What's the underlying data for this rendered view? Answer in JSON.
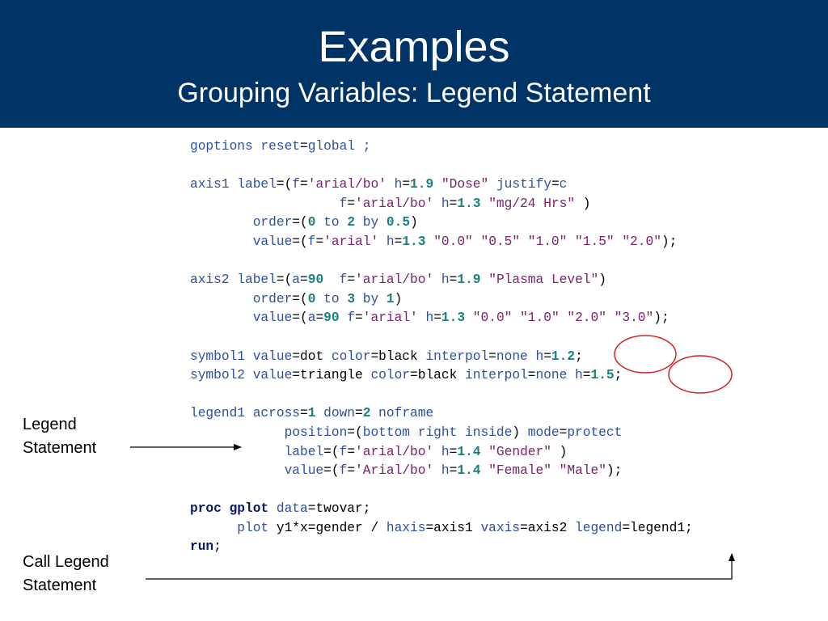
{
  "header": {
    "title": "Examples",
    "subtitle": "Grouping Variables: Legend Statement"
  },
  "labels": {
    "legend_line1": "Legend",
    "legend_line2": "Statement",
    "call_line1": "Call Legend",
    "call_line2": "Statement"
  },
  "code_lines": [
    [
      [
        "kw",
        "goptions reset"
      ],
      [
        "pl",
        "="
      ],
      [
        "kw",
        "global ;"
      ]
    ],
    [],
    [
      [
        "kw",
        "axis1 label"
      ],
      [
        "pl",
        "=("
      ],
      [
        "kw",
        "f"
      ],
      [
        "pl",
        "="
      ],
      [
        "str",
        "'arial/bo'"
      ],
      [
        "pl",
        " "
      ],
      [
        "kw",
        "h"
      ],
      [
        "pl",
        "="
      ],
      [
        "num",
        "1.9"
      ],
      [
        "pl",
        " "
      ],
      [
        "str",
        "\"Dose\""
      ],
      [
        "pl",
        " "
      ],
      [
        "kw",
        "justify"
      ],
      [
        "pl",
        "="
      ],
      [
        "kw",
        "c"
      ]
    ],
    [
      [
        "pl",
        "                   "
      ],
      [
        "kw",
        "f"
      ],
      [
        "pl",
        "="
      ],
      [
        "str",
        "'arial/bo'"
      ],
      [
        "pl",
        " "
      ],
      [
        "kw",
        "h"
      ],
      [
        "pl",
        "="
      ],
      [
        "num",
        "1.3"
      ],
      [
        "pl",
        " "
      ],
      [
        "str",
        "\"mg/24 Hrs\""
      ],
      [
        "pl",
        " )"
      ]
    ],
    [
      [
        "pl",
        "        "
      ],
      [
        "kw",
        "order"
      ],
      [
        "pl",
        "=("
      ],
      [
        "num",
        "0"
      ],
      [
        "pl",
        " "
      ],
      [
        "kw",
        "to"
      ],
      [
        "pl",
        " "
      ],
      [
        "num",
        "2"
      ],
      [
        "pl",
        " "
      ],
      [
        "kw",
        "by"
      ],
      [
        "pl",
        " "
      ],
      [
        "num",
        "0.5"
      ],
      [
        "pl",
        ")"
      ]
    ],
    [
      [
        "pl",
        "        "
      ],
      [
        "kw",
        "value"
      ],
      [
        "pl",
        "=("
      ],
      [
        "kw",
        "f"
      ],
      [
        "pl",
        "="
      ],
      [
        "str",
        "'arial'"
      ],
      [
        "pl",
        " "
      ],
      [
        "kw",
        "h"
      ],
      [
        "pl",
        "="
      ],
      [
        "num",
        "1.3"
      ],
      [
        "pl",
        " "
      ],
      [
        "str",
        "\"0.0\" \"0.5\" \"1.0\" \"1.5\" \"2.0\""
      ],
      [
        "pl",
        ");"
      ]
    ],
    [],
    [
      [
        "kw",
        "axis2 label"
      ],
      [
        "pl",
        "=("
      ],
      [
        "kw",
        "a"
      ],
      [
        "pl",
        "="
      ],
      [
        "num",
        "90"
      ],
      [
        "pl",
        "  "
      ],
      [
        "kw",
        "f"
      ],
      [
        "pl",
        "="
      ],
      [
        "str",
        "'arial/bo'"
      ],
      [
        "pl",
        " "
      ],
      [
        "kw",
        "h"
      ],
      [
        "pl",
        "="
      ],
      [
        "num",
        "1.9"
      ],
      [
        "pl",
        " "
      ],
      [
        "str",
        "\"Plasma Level\""
      ],
      [
        "pl",
        ")"
      ]
    ],
    [
      [
        "pl",
        "        "
      ],
      [
        "kw",
        "order"
      ],
      [
        "pl",
        "=("
      ],
      [
        "num",
        "0"
      ],
      [
        "pl",
        " "
      ],
      [
        "kw",
        "to"
      ],
      [
        "pl",
        " "
      ],
      [
        "num",
        "3"
      ],
      [
        "pl",
        " "
      ],
      [
        "kw",
        "by"
      ],
      [
        "pl",
        " "
      ],
      [
        "num",
        "1"
      ],
      [
        "pl",
        ")"
      ]
    ],
    [
      [
        "pl",
        "        "
      ],
      [
        "kw",
        "value"
      ],
      [
        "pl",
        "=("
      ],
      [
        "kw",
        "a"
      ],
      [
        "pl",
        "="
      ],
      [
        "num",
        "90"
      ],
      [
        "pl",
        " "
      ],
      [
        "kw",
        "f"
      ],
      [
        "pl",
        "="
      ],
      [
        "str",
        "'arial'"
      ],
      [
        "pl",
        " "
      ],
      [
        "kw",
        "h"
      ],
      [
        "pl",
        "="
      ],
      [
        "num",
        "1.3"
      ],
      [
        "pl",
        " "
      ],
      [
        "str",
        "\"0.0\" \"1.0\" \"2.0\" \"3.0\""
      ],
      [
        "pl",
        ");"
      ]
    ],
    [],
    [
      [
        "kw",
        "symbol1 value"
      ],
      [
        "pl",
        "=dot "
      ],
      [
        "kw",
        "color"
      ],
      [
        "pl",
        "=black "
      ],
      [
        "kw",
        "interpol"
      ],
      [
        "pl",
        "="
      ],
      [
        "kw",
        "none"
      ],
      [
        "pl",
        " "
      ],
      [
        "kw",
        "h"
      ],
      [
        "pl",
        "="
      ],
      [
        "num",
        "1.2"
      ],
      [
        "pl",
        ";"
      ]
    ],
    [
      [
        "kw",
        "symbol2 value"
      ],
      [
        "pl",
        "=triangle "
      ],
      [
        "kw",
        "color"
      ],
      [
        "pl",
        "=black "
      ],
      [
        "kw",
        "interpol"
      ],
      [
        "pl",
        "="
      ],
      [
        "kw",
        "none"
      ],
      [
        "pl",
        " "
      ],
      [
        "kw",
        "h"
      ],
      [
        "pl",
        "="
      ],
      [
        "num",
        "1.5"
      ],
      [
        "pl",
        ";"
      ]
    ],
    [],
    [
      [
        "kw",
        "legend1 across"
      ],
      [
        "pl",
        "="
      ],
      [
        "num",
        "1"
      ],
      [
        "pl",
        " "
      ],
      [
        "kw",
        "down"
      ],
      [
        "pl",
        "="
      ],
      [
        "num",
        "2"
      ],
      [
        "pl",
        " "
      ],
      [
        "kw",
        "noframe"
      ]
    ],
    [
      [
        "pl",
        "            "
      ],
      [
        "kw",
        "position"
      ],
      [
        "pl",
        "=("
      ],
      [
        "kw",
        "bottom right inside"
      ],
      [
        "pl",
        ") "
      ],
      [
        "kw",
        "mode"
      ],
      [
        "pl",
        "="
      ],
      [
        "kw",
        "protect"
      ]
    ],
    [
      [
        "pl",
        "            "
      ],
      [
        "kw",
        "label"
      ],
      [
        "pl",
        "=("
      ],
      [
        "kw",
        "f"
      ],
      [
        "pl",
        "="
      ],
      [
        "str",
        "'arial/bo'"
      ],
      [
        "pl",
        " "
      ],
      [
        "kw",
        "h"
      ],
      [
        "pl",
        "="
      ],
      [
        "num",
        "1.4"
      ],
      [
        "pl",
        " "
      ],
      [
        "str",
        "\"Gender\""
      ],
      [
        "pl",
        " )"
      ]
    ],
    [
      [
        "pl",
        "            "
      ],
      [
        "kw",
        "value"
      ],
      [
        "pl",
        "=("
      ],
      [
        "kw",
        "f"
      ],
      [
        "pl",
        "="
      ],
      [
        "str",
        "'Arial/bo'"
      ],
      [
        "pl",
        " "
      ],
      [
        "kw",
        "h"
      ],
      [
        "pl",
        "="
      ],
      [
        "num",
        "1.4"
      ],
      [
        "pl",
        " "
      ],
      [
        "str",
        "\"Female\" \"Male\""
      ],
      [
        "pl",
        ");"
      ]
    ],
    [],
    [
      [
        "bold",
        "proc gplot"
      ],
      [
        "pl",
        " "
      ],
      [
        "kw",
        "data"
      ],
      [
        "pl",
        "=twovar;"
      ]
    ],
    [
      [
        "pl",
        "      "
      ],
      [
        "kw",
        "plot"
      ],
      [
        "pl",
        " y1*x=gender / "
      ],
      [
        "kw",
        "haxis"
      ],
      [
        "pl",
        "=axis1 "
      ],
      [
        "kw",
        "vaxis"
      ],
      [
        "pl",
        "=axis2 "
      ],
      [
        "kw",
        "legend"
      ],
      [
        "pl",
        "=legend1;"
      ]
    ],
    [
      [
        "bold",
        "run"
      ],
      [
        "pl",
        ";"
      ]
    ]
  ]
}
